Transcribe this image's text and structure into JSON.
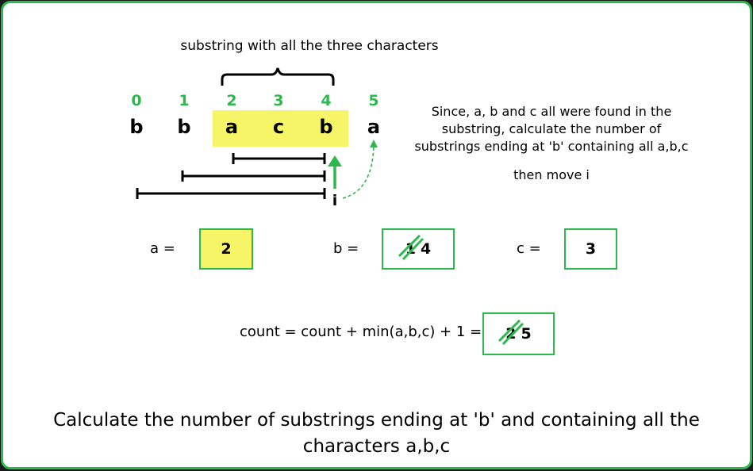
{
  "diagram": {
    "bracket_label": "substring with all the three characters",
    "indices": [
      "0",
      "1",
      "2",
      "3",
      "4",
      "5"
    ],
    "characters": [
      "b",
      "b",
      "a",
      "c",
      "b",
      "a"
    ],
    "pointer_label": "i",
    "explanation": "Since, a, b and c all were found in the substring, calculate the number of substrings ending at 'b' containing all a,b,c",
    "explanation_lines": [
      "Since, a, b and c all were found in the",
      "substring, calculate the number of",
      "substrings ending at 'b' containing all a,b,c"
    ],
    "move_note": "then move i"
  },
  "counters": {
    "a": {
      "label": "a =",
      "value": "2"
    },
    "b": {
      "label": "b =",
      "old_value": "1",
      "value": "4"
    },
    "c": {
      "label": "c =",
      "value": "3"
    }
  },
  "count": {
    "formula": "count = count +  min(a,b,c) + 1 =",
    "old_value": "2",
    "value": "5"
  },
  "caption": {
    "line1": "Calculate the number of substrings ending at 'b' and containing all the",
    "line2": "characters a,b,c"
  },
  "colors": {
    "accent_green": "#2db84d",
    "highlight_yellow": "#f5f567"
  }
}
